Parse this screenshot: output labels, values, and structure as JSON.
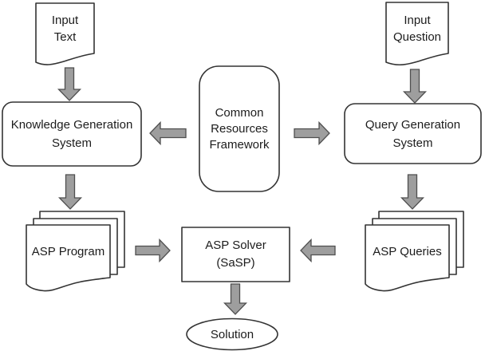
{
  "nodes": {
    "input_text": {
      "shape": "document",
      "lines": [
        "Input",
        "Text"
      ]
    },
    "input_question": {
      "shape": "document",
      "lines": [
        "Input",
        "Question"
      ]
    },
    "knowledge_generation_system": {
      "shape": "rounded-box",
      "lines": [
        "Knowledge Generation",
        "System"
      ]
    },
    "common_resources_framework": {
      "shape": "rounded-box",
      "lines": [
        "Common",
        "Resources",
        "Framework"
      ]
    },
    "query_generation_system": {
      "shape": "rounded-box",
      "lines": [
        "Query Generation",
        "System"
      ]
    },
    "asp_program": {
      "shape": "document-stack",
      "lines": [
        "ASP Program"
      ]
    },
    "asp_solver": {
      "shape": "rectangle",
      "lines": [
        "ASP Solver",
        "(SaSP)"
      ]
    },
    "asp_queries": {
      "shape": "document-stack",
      "lines": [
        "ASP Queries"
      ]
    },
    "solution": {
      "shape": "ellipse",
      "lines": [
        "Solution"
      ]
    }
  },
  "edges": [
    {
      "from": "Input Text",
      "to": "Knowledge Generation System",
      "direction": "down"
    },
    {
      "from": "Input Question",
      "to": "Query Generation System",
      "direction": "down"
    },
    {
      "from": "Common Resources Framework",
      "to": "Knowledge Generation System",
      "direction": "left"
    },
    {
      "from": "Common Resources Framework",
      "to": "Query Generation System",
      "direction": "right"
    },
    {
      "from": "Knowledge Generation System",
      "to": "ASP Program",
      "direction": "down"
    },
    {
      "from": "Query Generation System",
      "to": "ASP Queries",
      "direction": "down"
    },
    {
      "from": "ASP Program",
      "to": "ASP Solver (SaSP)",
      "direction": "right"
    },
    {
      "from": "ASP Queries",
      "to": "ASP Solver (SaSP)",
      "direction": "left"
    },
    {
      "from": "ASP Solver (SaSP)",
      "to": "Solution",
      "direction": "down"
    }
  ],
  "colors": {
    "background": "#ffffff",
    "shape_fill": "#ffffff",
    "shape_stroke": "#333333",
    "arrow_fill": "#9e9e9e",
    "arrow_stroke": "#4f4f4f",
    "text": "#1c1c1c"
  }
}
